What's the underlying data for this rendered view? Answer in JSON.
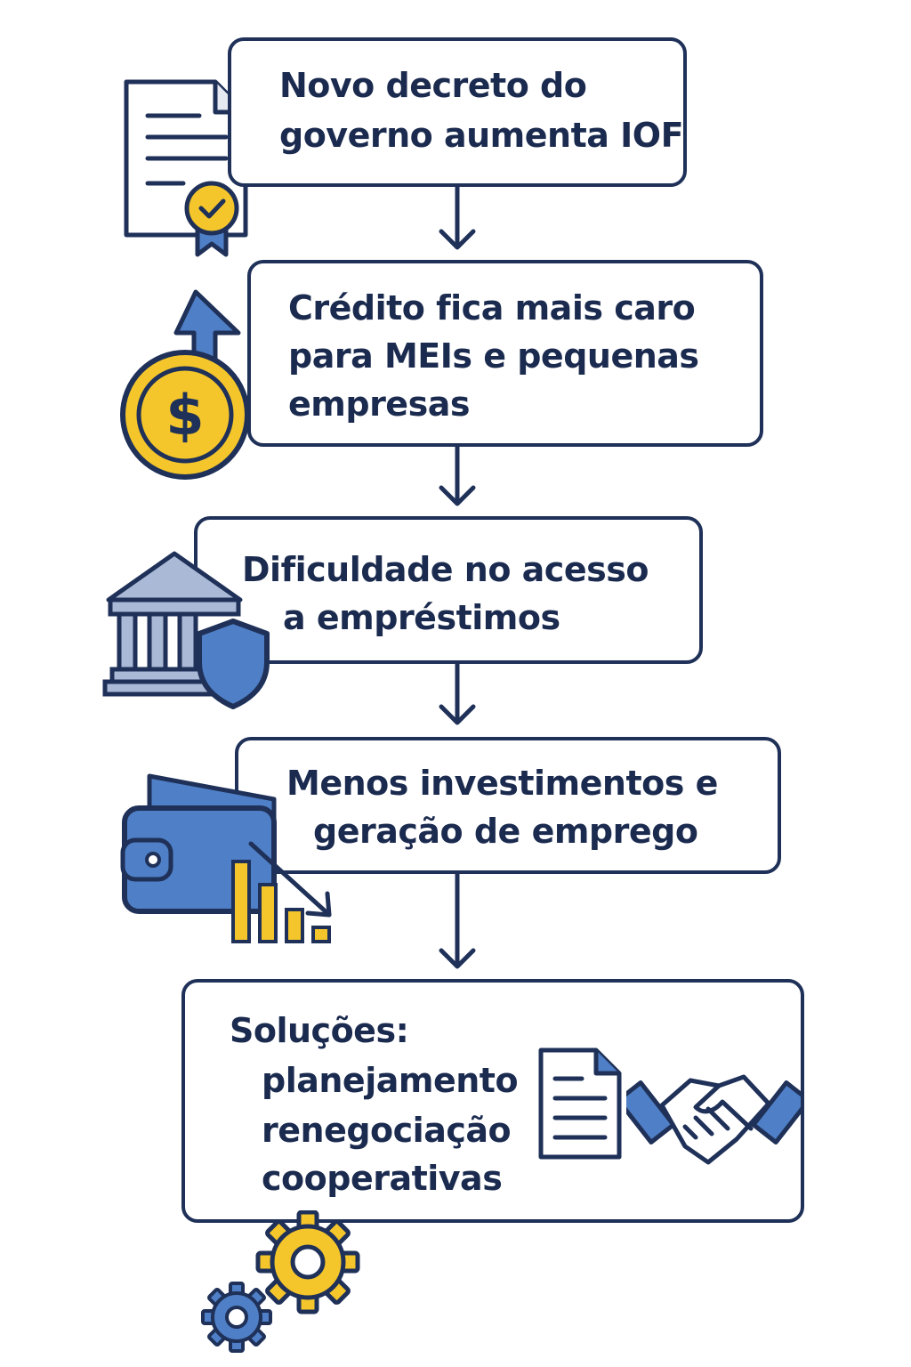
{
  "steps": {
    "decree": {
      "line1": "Novo decreto do",
      "line2": "governo aumenta IOF"
    },
    "credit": {
      "line1": "Crédito fica mais caro",
      "line2": "para MEIs e pequenas",
      "line3": "empresas"
    },
    "access": {
      "line1": "Dificuldade no acesso",
      "line2": "a empréstimos"
    },
    "investment": {
      "line1": "Menos investimentos e",
      "line2": "geração de emprego"
    },
    "solutions": {
      "title": "Soluções:",
      "items": [
        "planejamento",
        "renegociação",
        "cooperativas"
      ]
    }
  },
  "icons": {
    "decree": "document-certificate-icon",
    "credit": "coin-up-arrow-icon",
    "access": "bank-shield-icon",
    "investment": "wallet-decline-chart-icon",
    "solutions": [
      "document-icon",
      "handshake-icon",
      "gears-icon"
    ]
  },
  "colors": {
    "navy": "#1f3158",
    "yellow": "#f5c62b",
    "blue": "#4f7fc6",
    "light_blue": "#aab9d6"
  }
}
